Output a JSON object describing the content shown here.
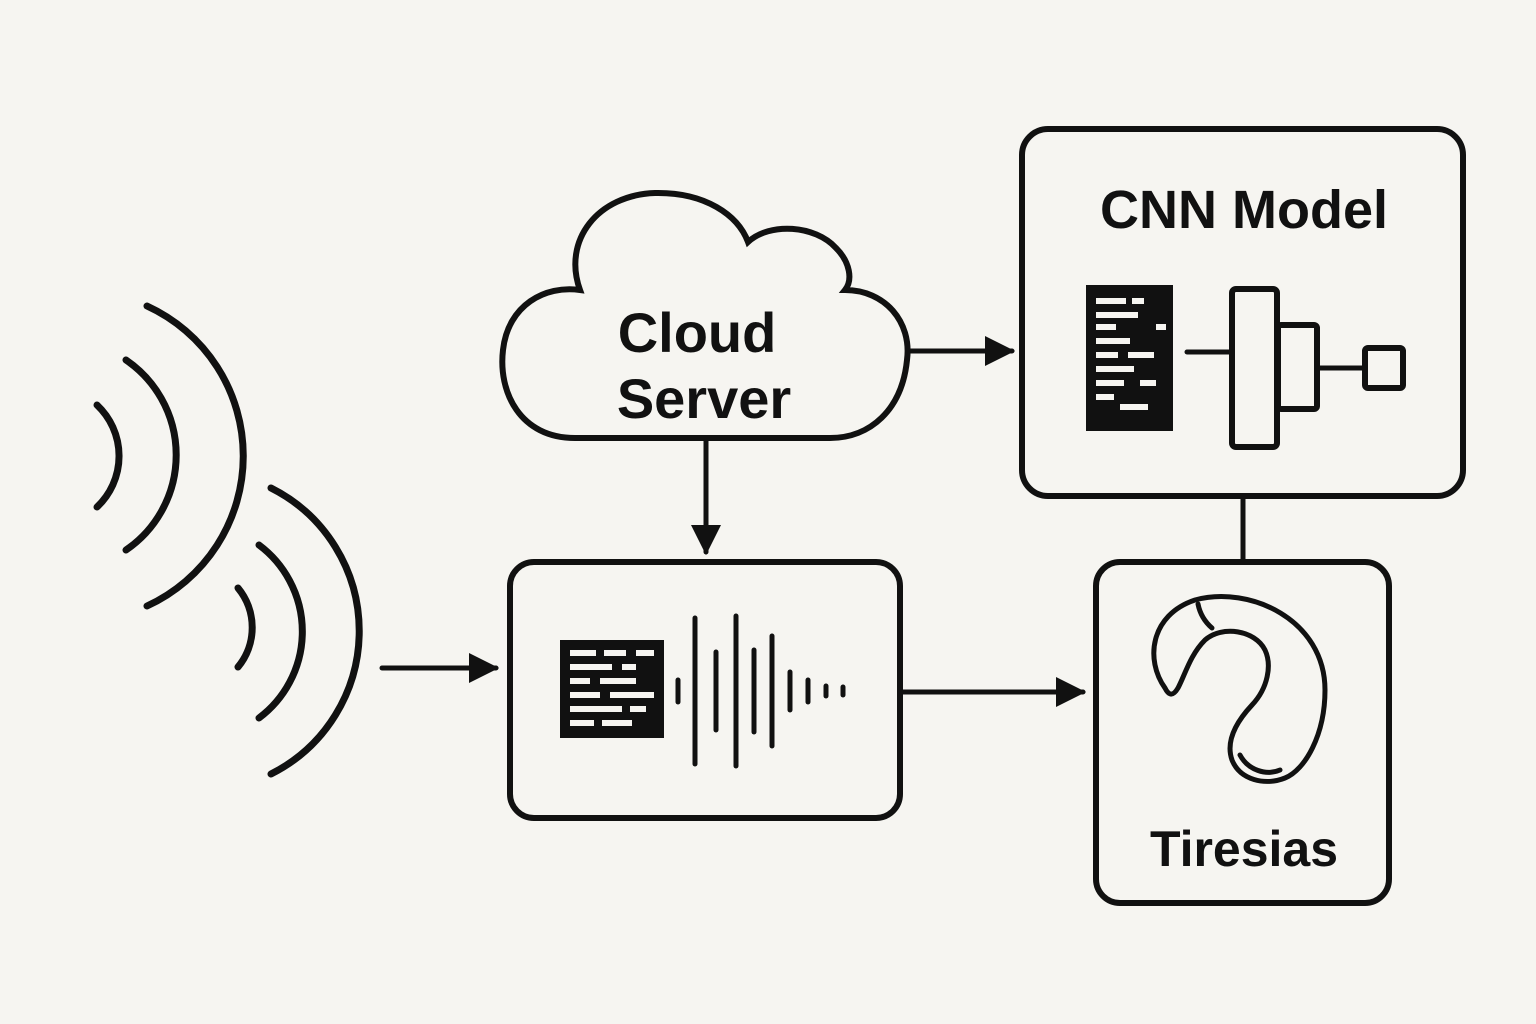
{
  "colors": {
    "background": "#f6f5f1",
    "ink": "#111111"
  },
  "nodes": {
    "cloud": {
      "line1": "Cloud",
      "line2": "Server",
      "icon": "cloud-icon"
    },
    "cnn": {
      "title": "CNN Model",
      "icon": "neural-network-icon"
    },
    "processor": {
      "icon": "audio-waveform-icon"
    },
    "device": {
      "title": "Tiresias",
      "icon": "hearing-aid-icon"
    }
  },
  "signals": {
    "icon": "sound-wave-icon"
  }
}
